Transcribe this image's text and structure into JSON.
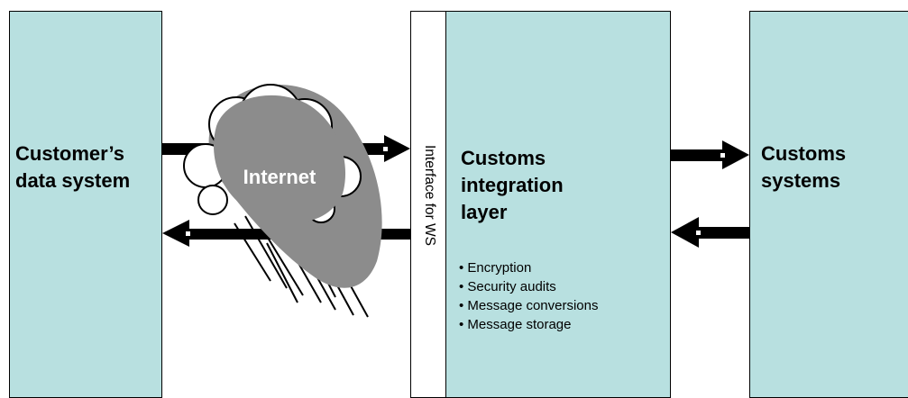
{
  "boxes": {
    "customer": {
      "title": "Customer’s\ndata system"
    },
    "interface": {
      "label": "Interface for WS"
    },
    "integration": {
      "title": "Customs\nintegration\nlayer",
      "features": [
        "Encryption",
        "Security audits",
        "Message conversions",
        "Message storage"
      ]
    },
    "systems": {
      "title": "Customs\nsystems"
    }
  },
  "cloud": {
    "label": "Internet"
  },
  "colors": {
    "box_fill": "#b8e0e0",
    "cloud_fill": "#8c8c8c",
    "arrow": "#000000"
  }
}
